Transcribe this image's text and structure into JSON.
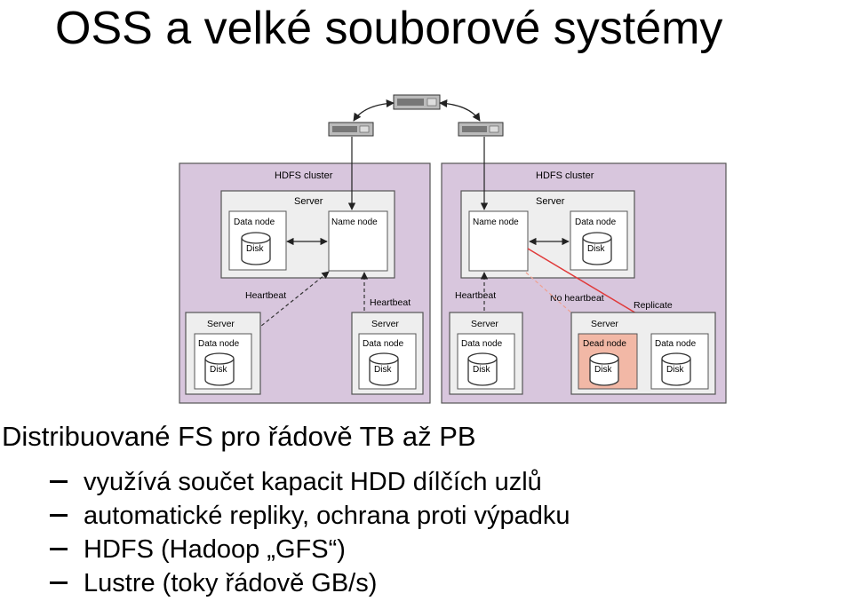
{
  "slide": {
    "title": "OSS a velké souborové systémy"
  },
  "diagram": {
    "left_cluster": {
      "label": "HDFS cluster",
      "server_label": "Server",
      "data_node": "Data node",
      "disk": "Disk",
      "name_node": "Name node",
      "heartbeat_left": "Heartbeat",
      "heartbeat_right": "Heartbeat",
      "server1": {
        "label": "Server",
        "data_node": "Data node",
        "disk": "Disk"
      },
      "server2": {
        "label": "Server",
        "data_node": "Data node",
        "disk": "Disk"
      }
    },
    "right_cluster": {
      "label": "HDFS cluster",
      "server_label": "Server",
      "name_node": "Name node",
      "data_node": "Data node",
      "disk": "Disk",
      "heartbeat": "Heartbeat",
      "no_heartbeat": "No heartbeat",
      "replicate": "Replicate",
      "server1": {
        "label": "Server",
        "data_node": "Data node",
        "disk": "Disk"
      },
      "server2": {
        "label": "Server",
        "dead_node": "Dead node",
        "disk": "Disk",
        "data_node": "Data node",
        "disk2": "Disk"
      }
    },
    "colors": {
      "cluster_bg": "#d8c6dd",
      "server_bg": "#eeeeee",
      "dead_bg": "#f2b8a6",
      "replicate_arrow": "#e03a3a"
    }
  },
  "bullets": {
    "main": "Distribuované FS pro řádově TB až PB",
    "sub": [
      "využívá součet kapacit HDD dílčích uzlů",
      "automatické repliky, ochrana proti výpadku",
      "HDFS (Hadoop „GFS“)",
      "Lustre (toky řádově GB/s)"
    ]
  }
}
